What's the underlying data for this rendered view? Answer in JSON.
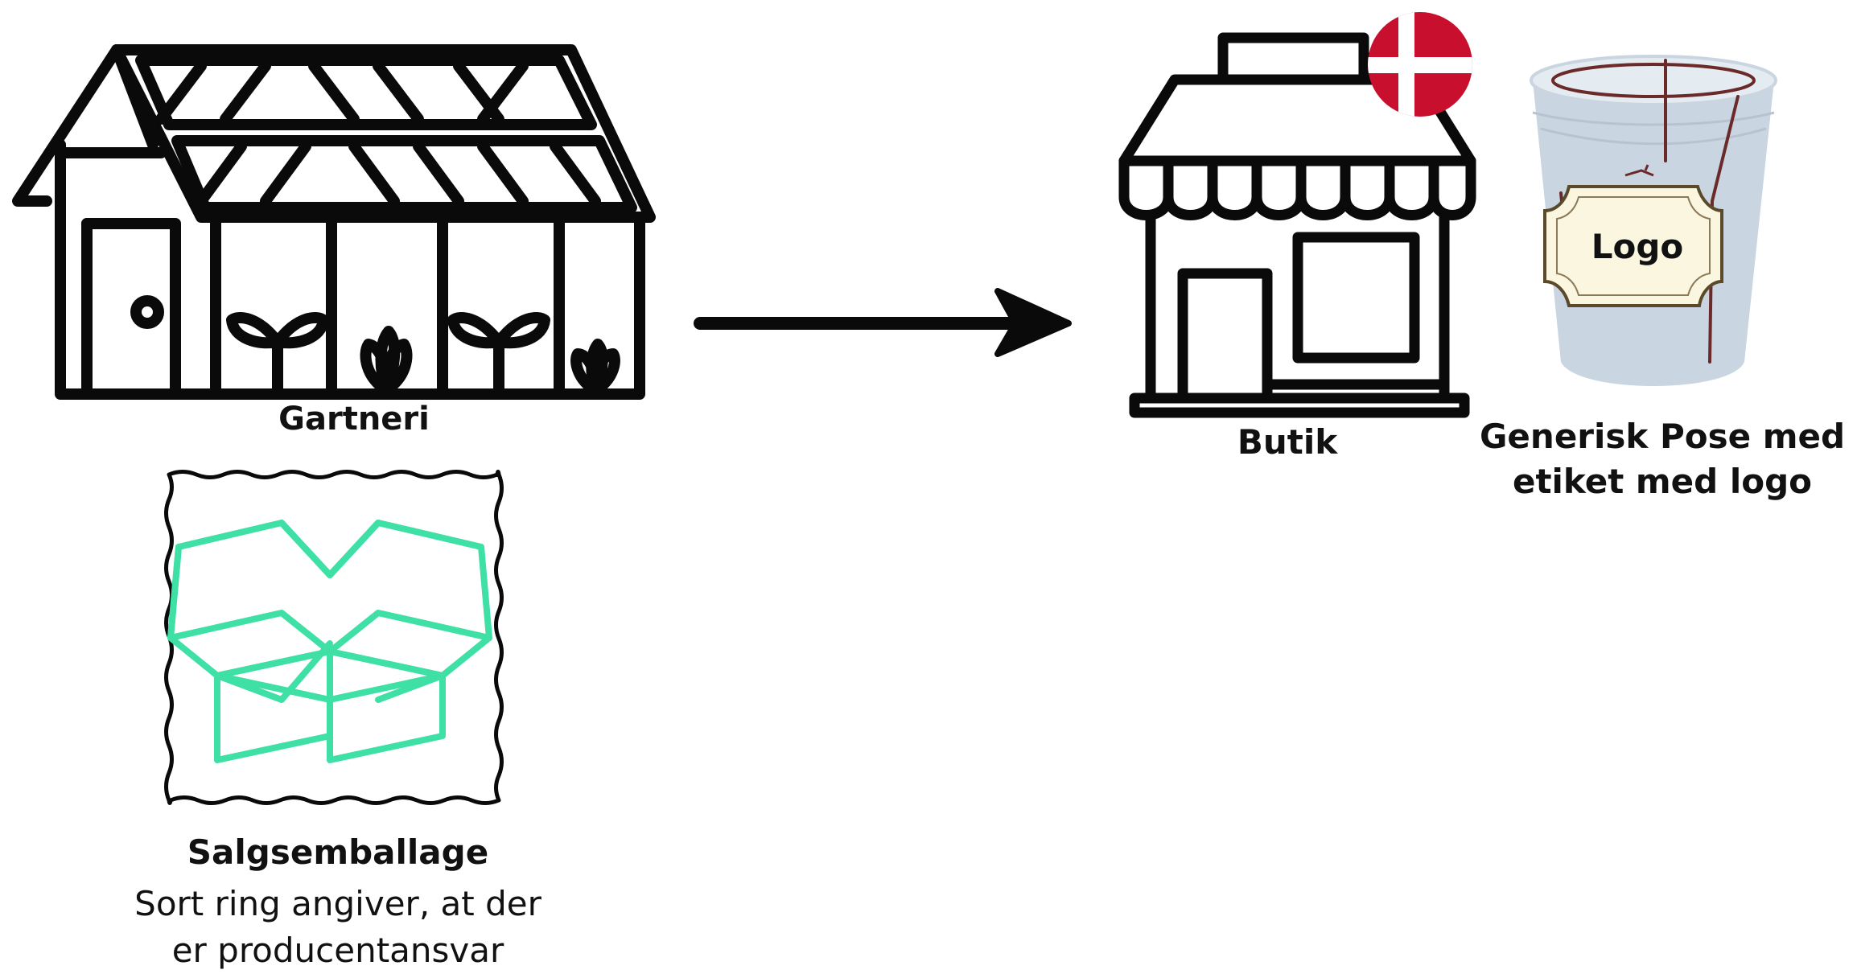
{
  "labels": {
    "gartneri": "Gartneri",
    "butik": "Butik",
    "pose_line1": "Generisk Pose med",
    "pose_line2": "etiket med logo",
    "salgsemballage": "Salgsemballage",
    "desc_line1": "Sort ring angiver, at der",
    "desc_line2": "er producentansvar",
    "logo": "Logo"
  },
  "icons": [
    "greenhouse-icon",
    "arrow-right-icon",
    "shop-icon",
    "danish-flag-icon",
    "bag-icon",
    "open-box-icon"
  ],
  "colors": {
    "stroke": "#0a0a0a",
    "box_green": "#3fe0a5",
    "flag_red": "#c8102e",
    "bag_fill": "#c9d5e0",
    "bag_line": "#6b2a2a",
    "label_fill": "#fbf6df"
  }
}
